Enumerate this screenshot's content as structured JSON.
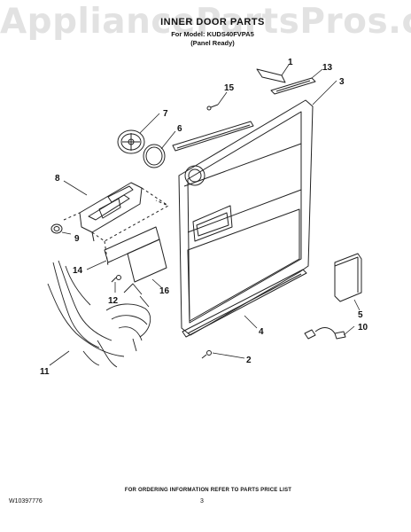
{
  "watermark": "AppliancePartsPros.com",
  "header": {
    "title": "INNER DOOR PARTS",
    "model_line": "For Model: KUDS40FVPA5",
    "panel_line": "(Panel Ready)"
  },
  "callouts": [
    "1",
    "13",
    "3",
    "15",
    "7",
    "6",
    "8",
    "9",
    "14",
    "12",
    "16",
    "11",
    "4",
    "2",
    "5",
    "10"
  ],
  "footer": {
    "ordering_note": "FOR ORDERING INFORMATION REFER TO PARTS PRICE LIST",
    "doc_number": "W10397776",
    "page_number": "3"
  }
}
